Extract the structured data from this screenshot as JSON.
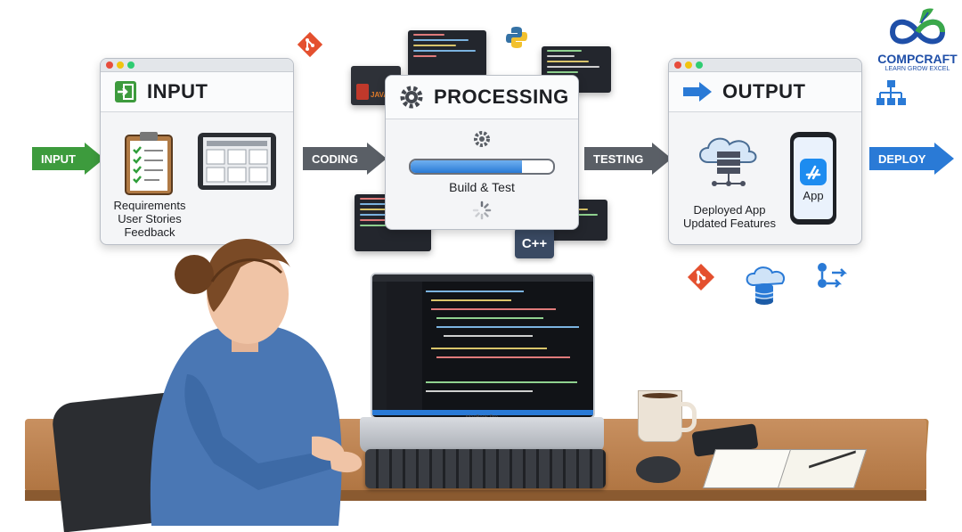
{
  "brand": {
    "name": "COMPCRAFT",
    "tagline": "LEARN GROW EXCEL"
  },
  "input_panel": {
    "title": "INPUT",
    "captions": [
      "Requirements",
      "User Stories",
      "Feedback"
    ]
  },
  "processing_panel": {
    "title": "PROCESSING",
    "status": "Build & Test",
    "progress": 0.78
  },
  "output_panel": {
    "title": "OUTPUT",
    "captions": [
      "Deployed App",
      "Updated Features"
    ],
    "app_label": "App"
  },
  "flow_arrows": {
    "input": "INPUT",
    "coding": "CODING",
    "testing": "TESTING",
    "deploy": "DEPLOY"
  },
  "badges": {
    "cpp": "C++",
    "java": "JAVA"
  },
  "laptop": {
    "brand": "MacBook Pro"
  },
  "colors": {
    "green": "#3d9b3d",
    "gray": "#5a5f66",
    "blue": "#2a7ad6",
    "git": "#e4502f",
    "brand_blue": "#1f4fa8"
  }
}
